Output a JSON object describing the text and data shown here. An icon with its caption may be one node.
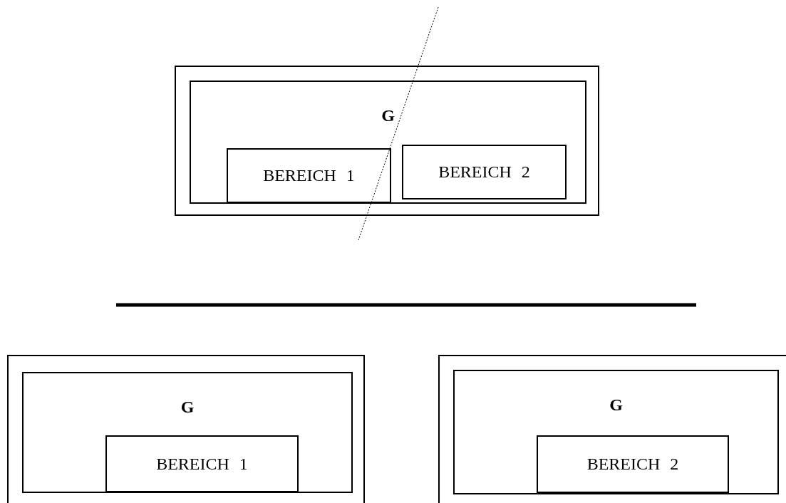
{
  "diagram": {
    "nodes": [
      {
        "text": [],
        "shape": "box"
      },
      {
        "text": [
          "G"
        ],
        "in": 0
      },
      {
        "text": [
          "BEREICH 1"
        ],
        "in": 1
      },
      {
        "text": [
          "BEREICH 2"
        ],
        "in": 1
      },
      {
        "text": [],
        "shape": "box"
      },
      {
        "text": [
          "G"
        ],
        "in": 4
      },
      {
        "text": [
          "BEREICH 1"
        ],
        "in": 5
      },
      {
        "text": [],
        "shape": "box"
      },
      {
        "text": [
          "G"
        ],
        "in": 7
      },
      {
        "text": [
          "BEREICH 2"
        ],
        "in": 8
      }
    ]
  }
}
